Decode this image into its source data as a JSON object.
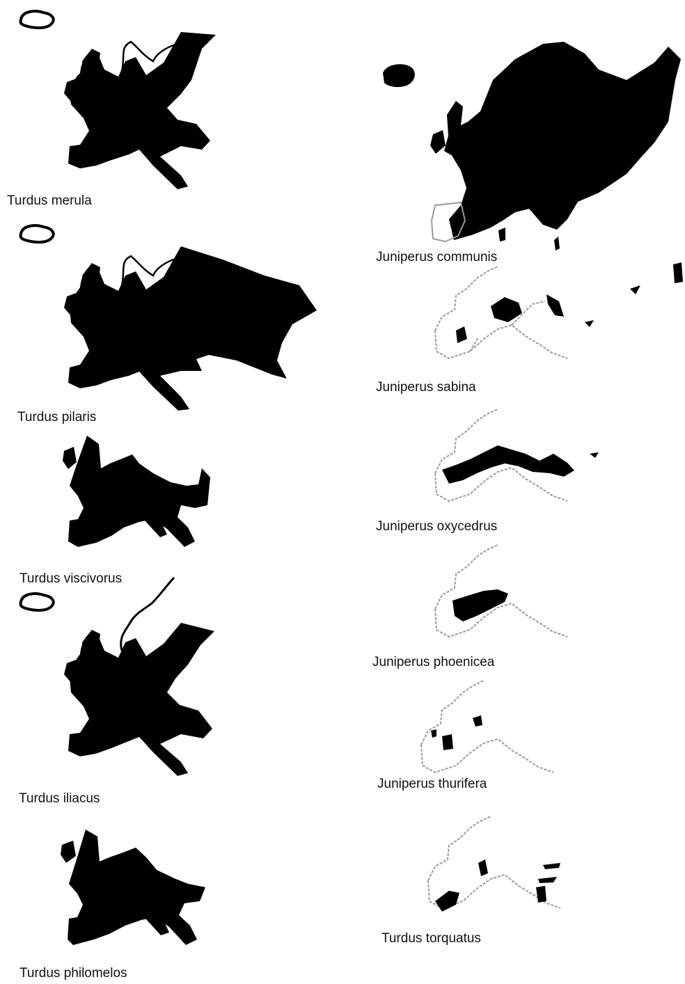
{
  "figure": {
    "colors": {
      "range_fill": "#000000",
      "outline": "#9a9a9a",
      "background": "#ffffff",
      "label_text": "#111111"
    },
    "left_column": [
      {
        "species": "Turdus merula",
        "style": "filled"
      },
      {
        "species": "Turdus pilaris",
        "style": "filled"
      },
      {
        "species": "Turdus viscivorus",
        "style": "filled"
      },
      {
        "species": "Turdus iliacus",
        "style": "filled"
      },
      {
        "species": "Turdus philomelos",
        "style": "filled"
      }
    ],
    "right_column": [
      {
        "species": "Juniperus communis",
        "style": "filled"
      },
      {
        "species": "Juniperus sabina",
        "style": "outline-with-patches"
      },
      {
        "species": "Juniperus oxycedrus",
        "style": "outline-with-patches"
      },
      {
        "species": "Juniperus phoenicea",
        "style": "outline-with-patches"
      },
      {
        "species": "Juniperus thurifera",
        "style": "outline-with-patches"
      },
      {
        "species": "Turdus torquatus",
        "style": "outline-with-patches"
      }
    ]
  }
}
